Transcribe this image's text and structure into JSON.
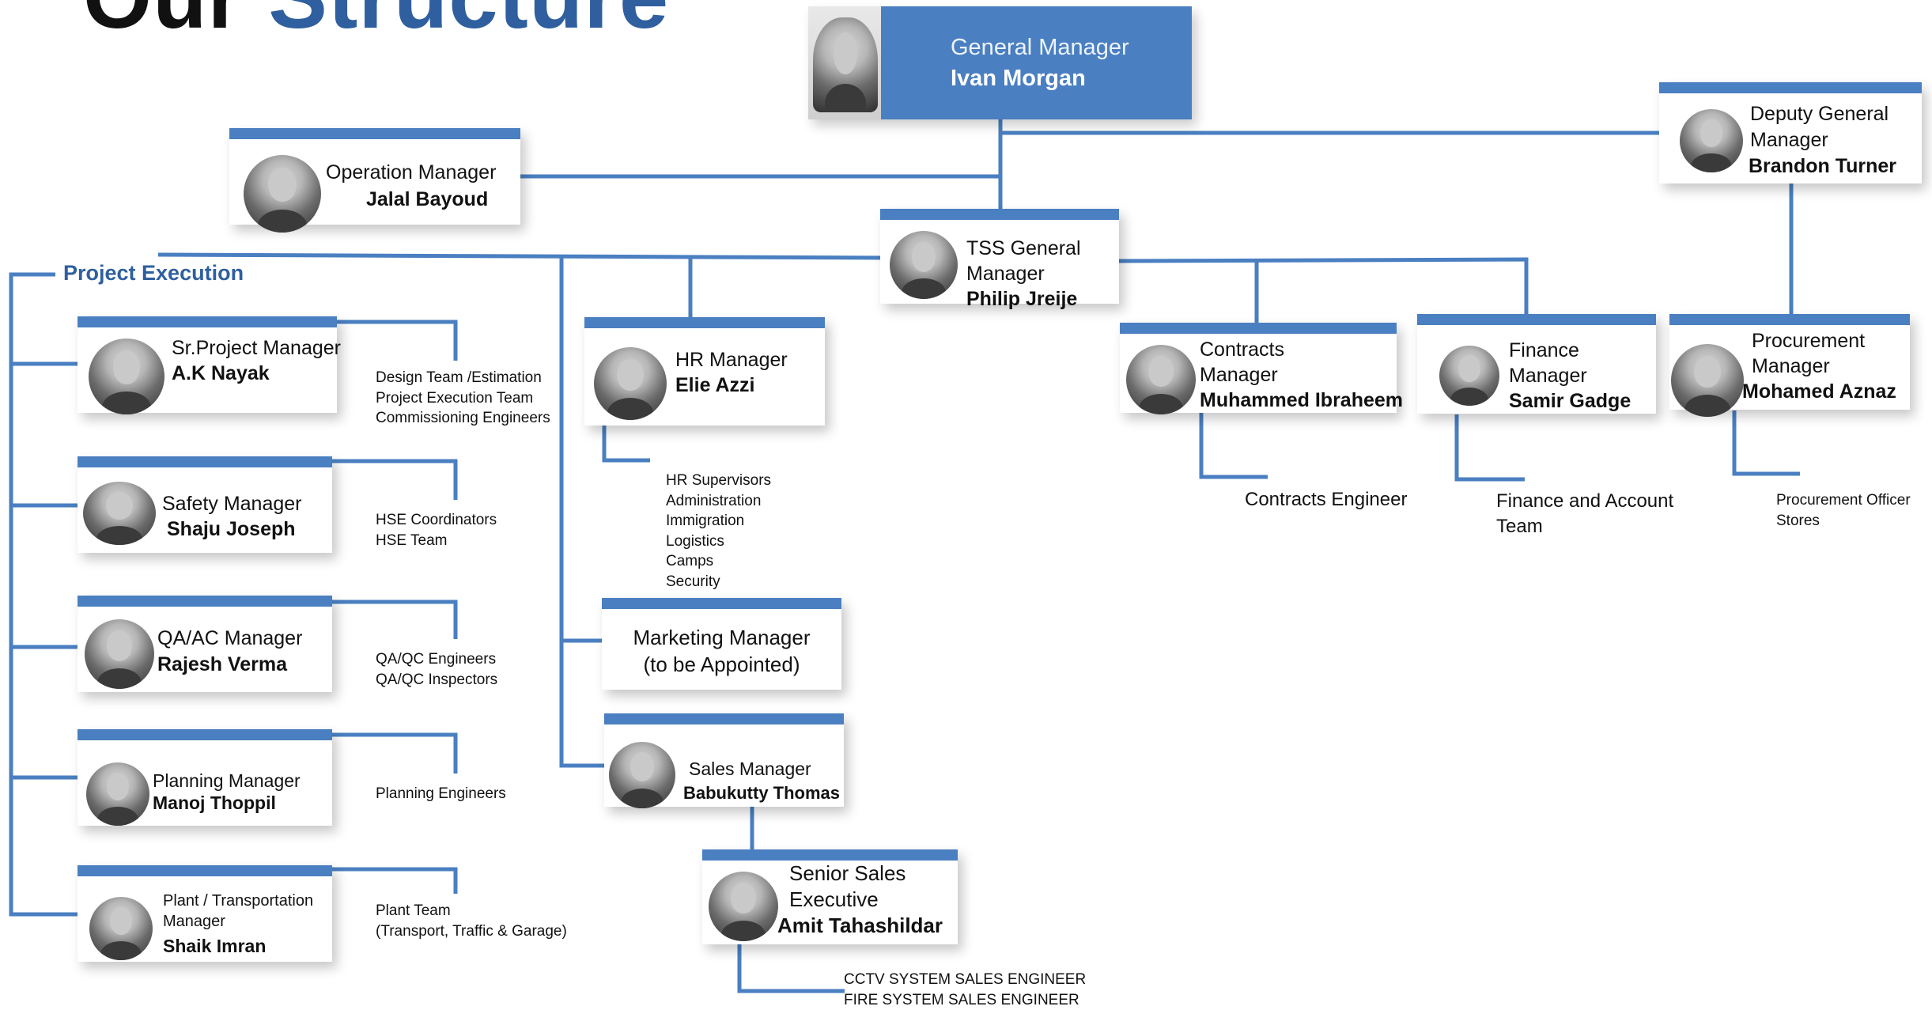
{
  "page": {
    "title_word1": "Our",
    "title_word2": "Structure"
  },
  "colors": {
    "accent": "#4a7fc1",
    "title_blue": "#2f5f9e"
  },
  "general_manager": {
    "role": "General Manager",
    "name": "Ivan Morgan"
  },
  "deputy_gm": {
    "role_line1": "Deputy General",
    "role_line2": "Manager",
    "name": "Brandon Turner"
  },
  "operation_manager": {
    "role": "Operation Manager",
    "name": "Jalal Bayoud"
  },
  "tss_gm": {
    "role_line1": "TSS General",
    "role_line2": "Manager",
    "name": "Philip Jreije"
  },
  "project_execution": {
    "label": "Project Execution",
    "managers": [
      {
        "role": "Sr.Project Manager",
        "name": "A.K Nayak",
        "team": [
          "Design Team /Estimation",
          "Project Execution Team",
          "Commissioning Engineers"
        ]
      },
      {
        "role": "Safety Manager",
        "name": "Shaju Joseph",
        "team": [
          "HSE Coordinators",
          "HSE Team"
        ]
      },
      {
        "role": "QA/AC Manager",
        "name": "Rajesh Verma",
        "team": [
          "QA/QC Engineers",
          "QA/QC Inspectors"
        ]
      },
      {
        "role": "Planning Manager",
        "name": "Manoj Thoppil",
        "team": [
          "Planning Engineers"
        ]
      },
      {
        "role_line1": "Plant / Transportation",
        "role_line2": "Manager",
        "name": "Shaik Imran",
        "team": [
          "Plant Team",
          "(Transport, Traffic & Garage)"
        ]
      }
    ]
  },
  "hr_manager": {
    "role": "HR Manager",
    "name": "Elie Azzi",
    "team": [
      "HR Supervisors",
      "Administration",
      "Immigration",
      "Logistics",
      "Camps",
      "Security"
    ]
  },
  "marketing_manager": {
    "line1": "Marketing Manager",
    "line2": "(to be Appointed)"
  },
  "sales_manager": {
    "role": "Sales Manager",
    "name": "Babukutty Thomas"
  },
  "senior_sales": {
    "role_line1": "Senior Sales",
    "role_line2": "Executive",
    "name": "Amit Tahashildar",
    "team": [
      "CCTV SYSTEM SALES ENGINEER",
      "FIRE SYSTEM SALES ENGINEER"
    ]
  },
  "contracts_manager": {
    "role_line1": "Contracts",
    "role_line2": "Manager",
    "name": "Muhammed Ibraheem",
    "team": "Contracts Engineer"
  },
  "finance_manager": {
    "role_line1": "Finance",
    "role_line2": "Manager",
    "name": "Samir Gadge",
    "team_line1": "Finance and Account",
    "team_line2": "Team"
  },
  "procurement_manager": {
    "role_line1": "Procurement",
    "role_line2": "Manager",
    "name": "Mohamed Aznaz",
    "team": [
      "Procurement Officer",
      "Stores"
    ]
  }
}
